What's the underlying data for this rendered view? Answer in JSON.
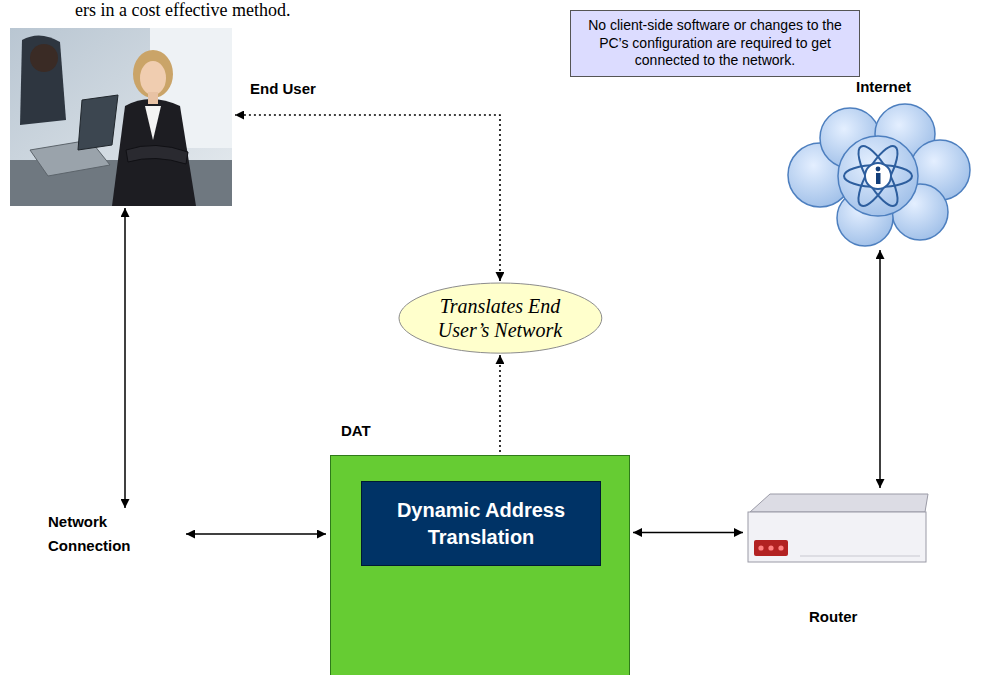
{
  "diagram": {
    "nodes": [
      {
        "text": [
          "No client-side software or changes to the PC’s configuration are required to get connected to the network."
        ]
      },
      {
        "text": [
          "End User"
        ]
      },
      {
        "text": [
          "Internet"
        ]
      },
      {
        "text": [
          "Translates End User’s Network"
        ]
      },
      {
        "text": [
          "DAT"
        ]
      },
      {
        "text": [
          "Dynamic Address Translation"
        ],
        "in": 4
      },
      {
        "text": [
          "Network Connection"
        ]
      },
      {
        "text": [
          "Router"
        ]
      }
    ],
    "edges": [
      {
        "from": 1,
        "to": 6,
        "arrow": "both"
      },
      {
        "from": 6,
        "to": 4,
        "arrow": "both"
      },
      {
        "from": 4,
        "to": 7,
        "arrow": "both"
      },
      {
        "from": 7,
        "to": 2,
        "arrow": "both"
      },
      {
        "from": 3,
        "to": 1,
        "arrow": "both"
      },
      {
        "from": 3,
        "to": 5,
        "arrow": "both"
      }
    ],
    "labels": [
      "ers in a cost effective method."
    ]
  }
}
